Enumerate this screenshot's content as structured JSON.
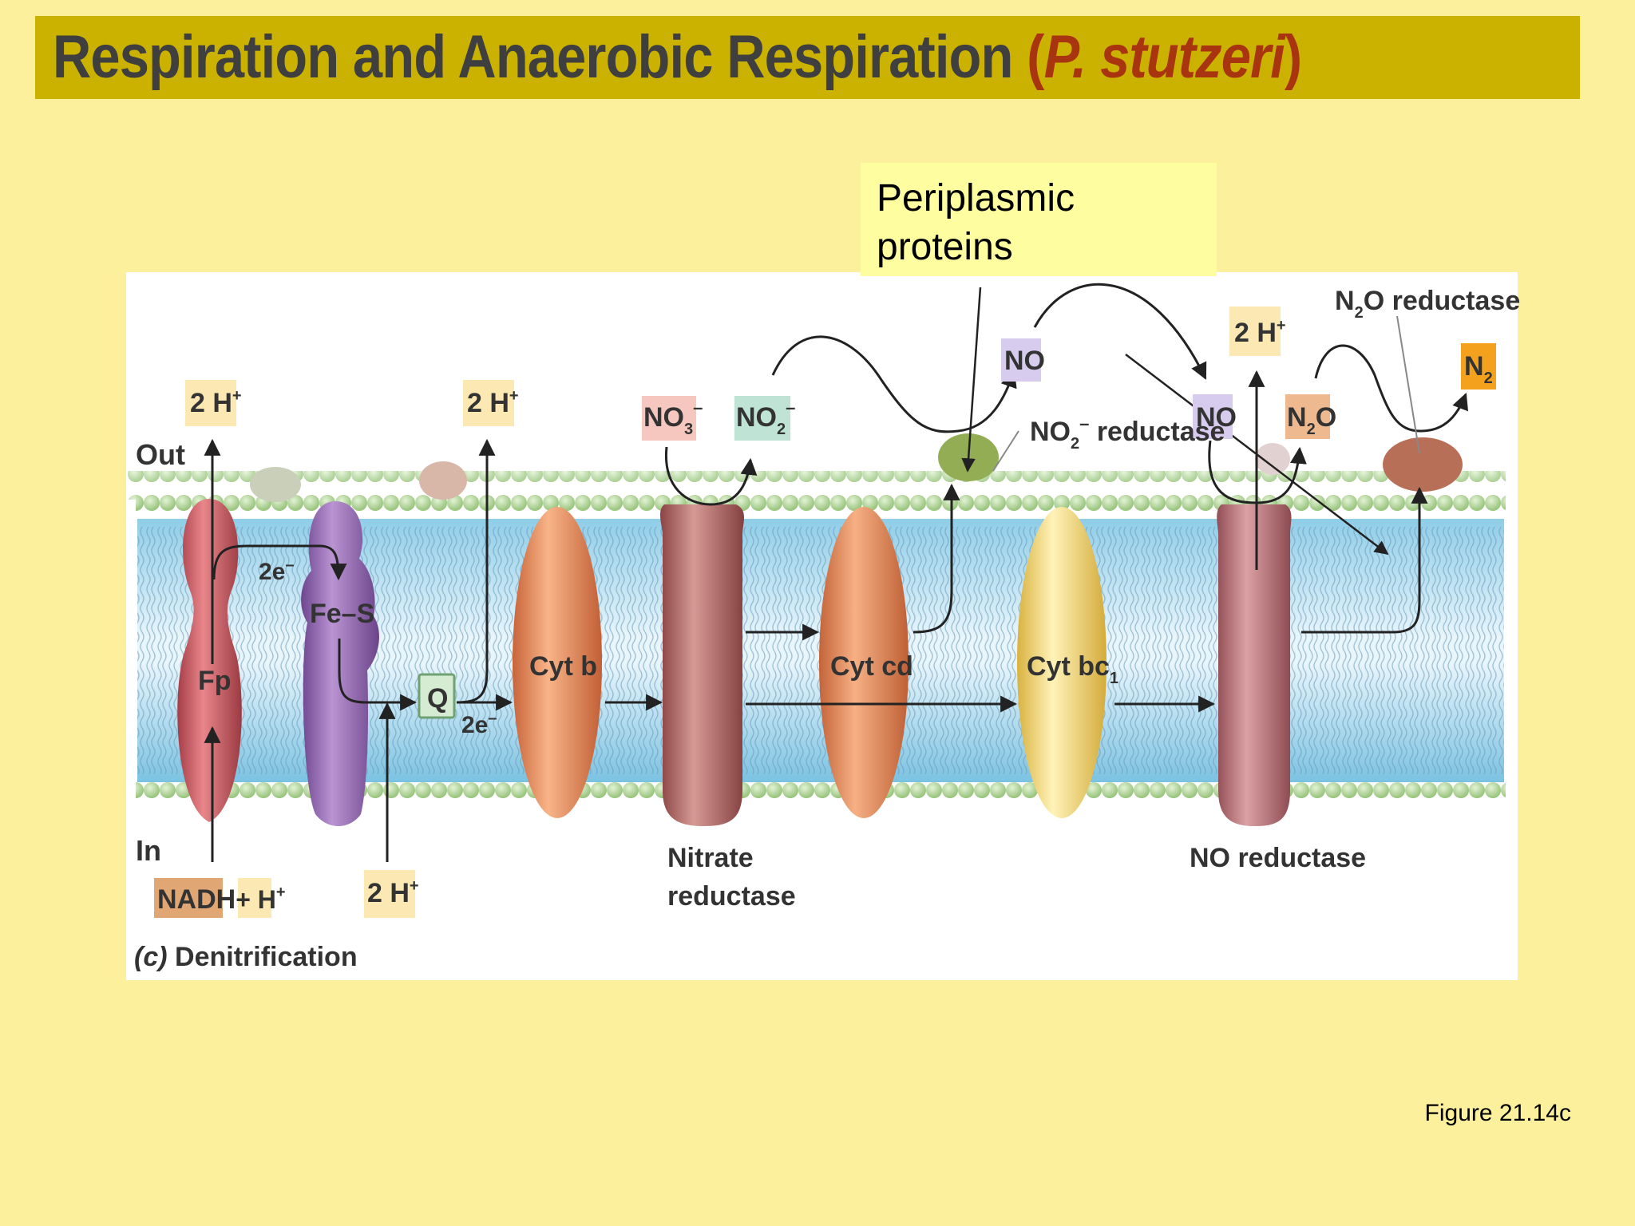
{
  "title": {
    "main": "Respiration and Anaerobic Respiration ",
    "paren_open": "(",
    "species": "P. stutzeri",
    "paren_close": ")"
  },
  "callout": {
    "text": "Periplasmic\nproteins"
  },
  "figure_caption": "Figure 21.14c",
  "diagram": {
    "side_out": "Out",
    "side_in": "In",
    "panel_caption_letter": "(c)",
    "panel_caption": "Denitrification",
    "proteins": {
      "fp": "Fp",
      "fes": "Fe–S",
      "q": "Q",
      "cytb": "Cyt b",
      "cytcd": "Cyt cd",
      "cytbc1": "Cyt bc",
      "cytbc1_sub": "1"
    },
    "enzymes": {
      "nitrate_reductase_1": "Nitrate",
      "nitrate_reductase_2": "reductase",
      "nitrite_reductase": "reductase",
      "no_reductase": "NO reductase",
      "n2o_reductase": "reductase"
    },
    "species": {
      "h_out_1": "2 H",
      "h_out_2": "2 H",
      "h_out_3": "2 H",
      "h_in": "2 H",
      "plus": "+",
      "nadh": "NADH",
      "nadh_plus": "+ H",
      "no3": "NO",
      "no2": "NO",
      "no_top": "NO",
      "no_mid": "NO",
      "n2o": "N",
      "n2": "N",
      "electrons": "2e"
    },
    "colors": {
      "fp": "#c9575f",
      "fes": "#8b5fa8",
      "cytb": "#e98a50",
      "nitrate": "#a65a58",
      "cytcd": "#e0874f",
      "cytbc1": "#f1d46a",
      "no_reductase": "#b36a70",
      "lipid_head": "#a9cf8e",
      "water_band": "#7dc4e4"
    }
  }
}
